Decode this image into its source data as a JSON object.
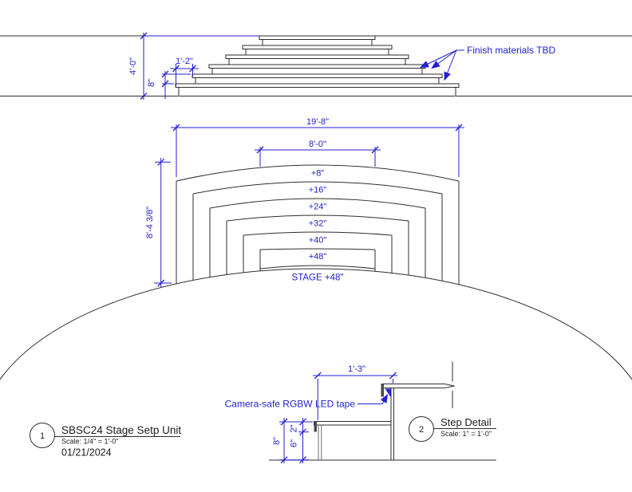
{
  "colors": {
    "dimension_blue": "#2121d4",
    "line_black": "#2e2e2e",
    "leg_gray": "#9a9a9a"
  },
  "elevation": {
    "dim_height": "4'-0\"",
    "dim_tread": "1'-2\"",
    "dim_rise": "8\"",
    "finish_note": "Finish materials TBD"
  },
  "plan": {
    "dim_overall_width": "19'-8\"",
    "dim_top_width": "8'-0\"",
    "dim_depth": "8'-4 3/8\"",
    "levels": [
      "+8\"",
      "+16\"",
      "+24\"",
      "+32\"",
      "+40\"",
      "+48\""
    ],
    "stage_label": "STAGE +48\""
  },
  "detail": {
    "dim_tread_depth": "1'-3\"",
    "dim_total_rise": "8\"",
    "dim_tread_thickness": "2\"",
    "dim_leg_height": "6\"",
    "led_note": "Camera-safe RGBW LED tape"
  },
  "title_block_1": {
    "number": "1",
    "title": "SBSC24 Stage Setp Unit",
    "scale": "Scale: 1/4\" = 1'-0\"",
    "date": "01/21/2024"
  },
  "title_block_2": {
    "number": "2",
    "title": "Step Detail",
    "scale": "Scale: 1\" = 1'-0\""
  }
}
